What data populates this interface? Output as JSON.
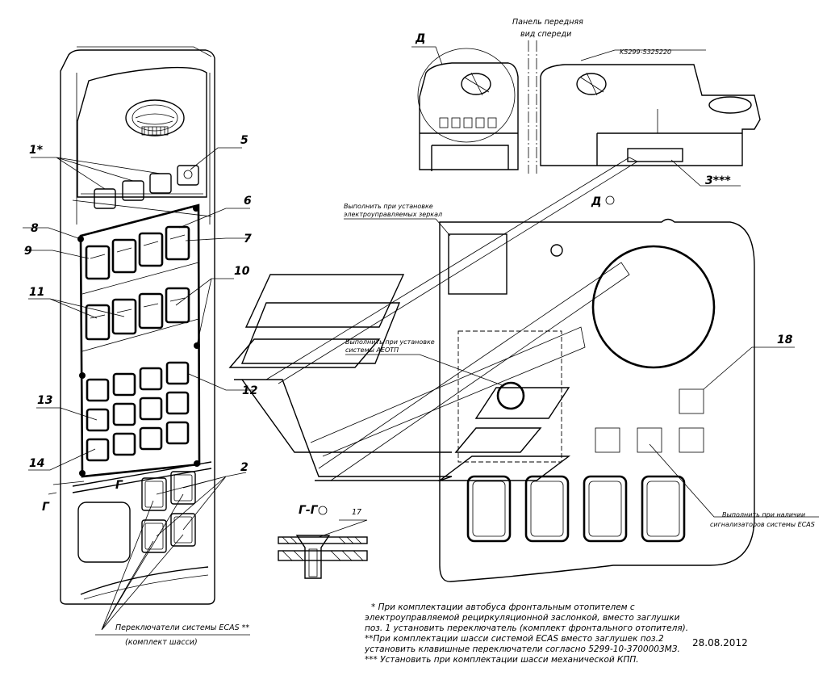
{
  "titles": {
    "front_panel_line1": "Панель передняя",
    "front_panel_line2": "вид спереди",
    "view_d": "Д",
    "view_d_marker": "Д",
    "section_gg": "Г-Г",
    "part_number": "K5299-5325220"
  },
  "callouts": {
    "c1": "1*",
    "c2": "2",
    "c3": "3***",
    "c5": "5",
    "c6": "6",
    "c7": "7",
    "c8": "8",
    "c9": "9",
    "c10": "10",
    "c11": "11",
    "c12": "12",
    "c13": "13",
    "c14": "14",
    "c17": "17",
    "c18": "18",
    "section_mark_left": "Г",
    "section_mark_right": "Г"
  },
  "notes": {
    "mirrors_line1": "Выполнить при установке",
    "mirrors_line2": "электроуправляемых зеркал",
    "aedtp_line1": "Выполнить при установке",
    "aedtp_line2": "системы АЕОТП",
    "ecas_signal_line1": "Выполнить при наличии",
    "ecas_signal_line2": "сигнализаторов системы ECAS",
    "ecas_switches": "Переключатели системы ECAS **",
    "chassis_kit": "(комплект шасси)"
  },
  "footnotes": [
    "* При комплектации автобуса фронтальным отопителем с",
    "электроуправляемой рециркуляционной заслонкой, вместо заглушки",
    "поз. 1 установить переключатель (комплект фронтального отопителя).",
    "**При комплектации шасси системой ECAS вместо заглушек поз.2",
    " установить клавишные переключатели согласно 5299-10-3700003МЗ.",
    "*** Установить при комплектации шасси механической КПП."
  ],
  "date": "28.08.2012"
}
